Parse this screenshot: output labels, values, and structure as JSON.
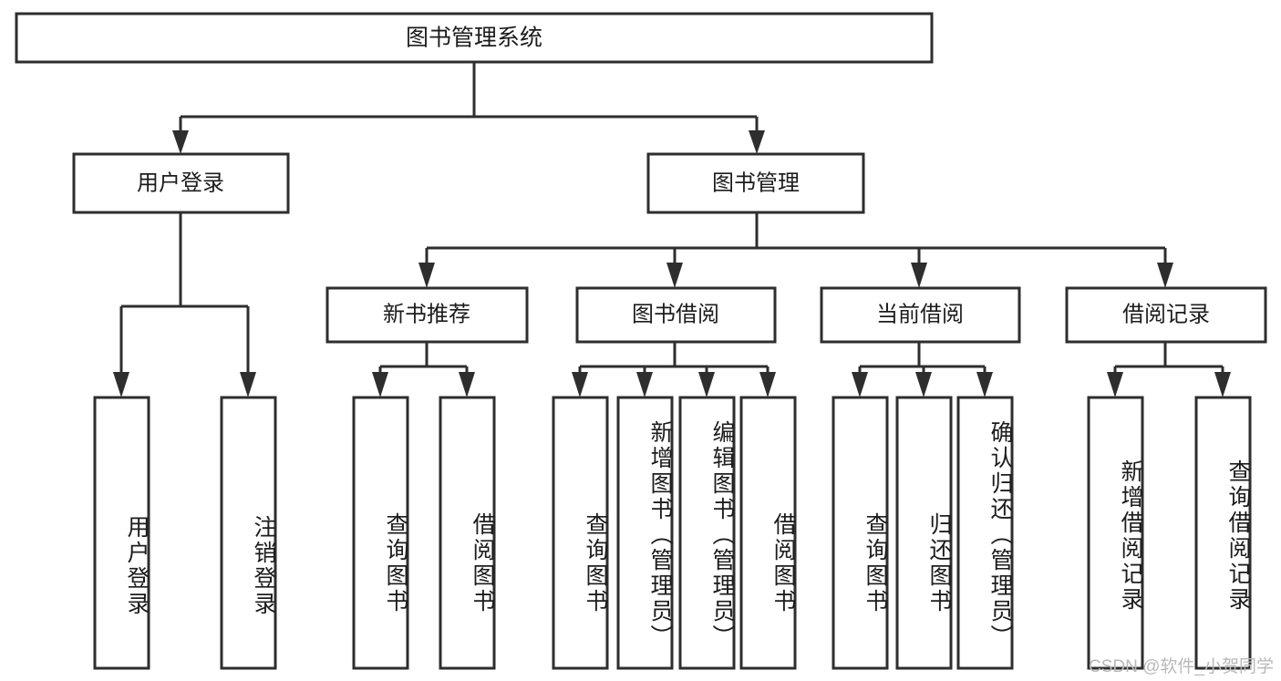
{
  "diagram": {
    "type": "tree",
    "title": "图书管理系统",
    "watermark": "CSDN @软件_小贺同学",
    "colors": {
      "stroke": "#2e2e2e",
      "fill": "#ffffff",
      "text": "#1c1c1c",
      "watermark": "#b9b9b9"
    },
    "levels": {
      "root": {
        "label": "图书管理系统"
      },
      "level2": [
        {
          "label": "用户登录"
        },
        {
          "label": "图书管理"
        }
      ],
      "level3": [
        {
          "label": "新书推荐"
        },
        {
          "label": "图书借阅"
        },
        {
          "label": "当前借阅"
        },
        {
          "label": "借阅记录"
        }
      ],
      "leaves": [
        {
          "label": "用户登录",
          "parent": "用户登录"
        },
        {
          "label": "注销登录",
          "parent": "用户登录"
        },
        {
          "label": "查询图书",
          "parent": "新书推荐"
        },
        {
          "label": "借阅图书",
          "parent": "新书推荐"
        },
        {
          "label": "查询图书",
          "parent": "图书借阅"
        },
        {
          "label": "新增图书（管理员）",
          "parent": "图书借阅"
        },
        {
          "label": "编辑图书（管理员）",
          "parent": "图书借阅"
        },
        {
          "label": "借阅图书",
          "parent": "图书借阅"
        },
        {
          "label": "查询图书",
          "parent": "当前借阅"
        },
        {
          "label": "归还图书",
          "parent": "当前借阅"
        },
        {
          "label": "确认归还（管理员）",
          "parent": "当前借阅"
        },
        {
          "label": "新增借阅记录",
          "parent": "借阅记录"
        },
        {
          "label": "查询借阅记录",
          "parent": "借阅记录"
        }
      ]
    }
  }
}
